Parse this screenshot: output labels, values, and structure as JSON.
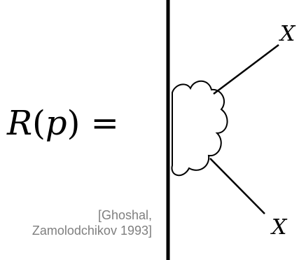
{
  "equation": {
    "lhs_symbol": "R",
    "open_paren": "(",
    "argument": "p",
    "close_paren": ")",
    "equals": "="
  },
  "citation": {
    "line1": "[Ghoshal,",
    "line2": "Zamolodchikov 1993]"
  },
  "diagram": {
    "label_top": "X",
    "label_bottom": "X"
  },
  "colors": {
    "ink": "#000000",
    "citation_gray": "#7f7f7f",
    "background": "#ffffff"
  }
}
